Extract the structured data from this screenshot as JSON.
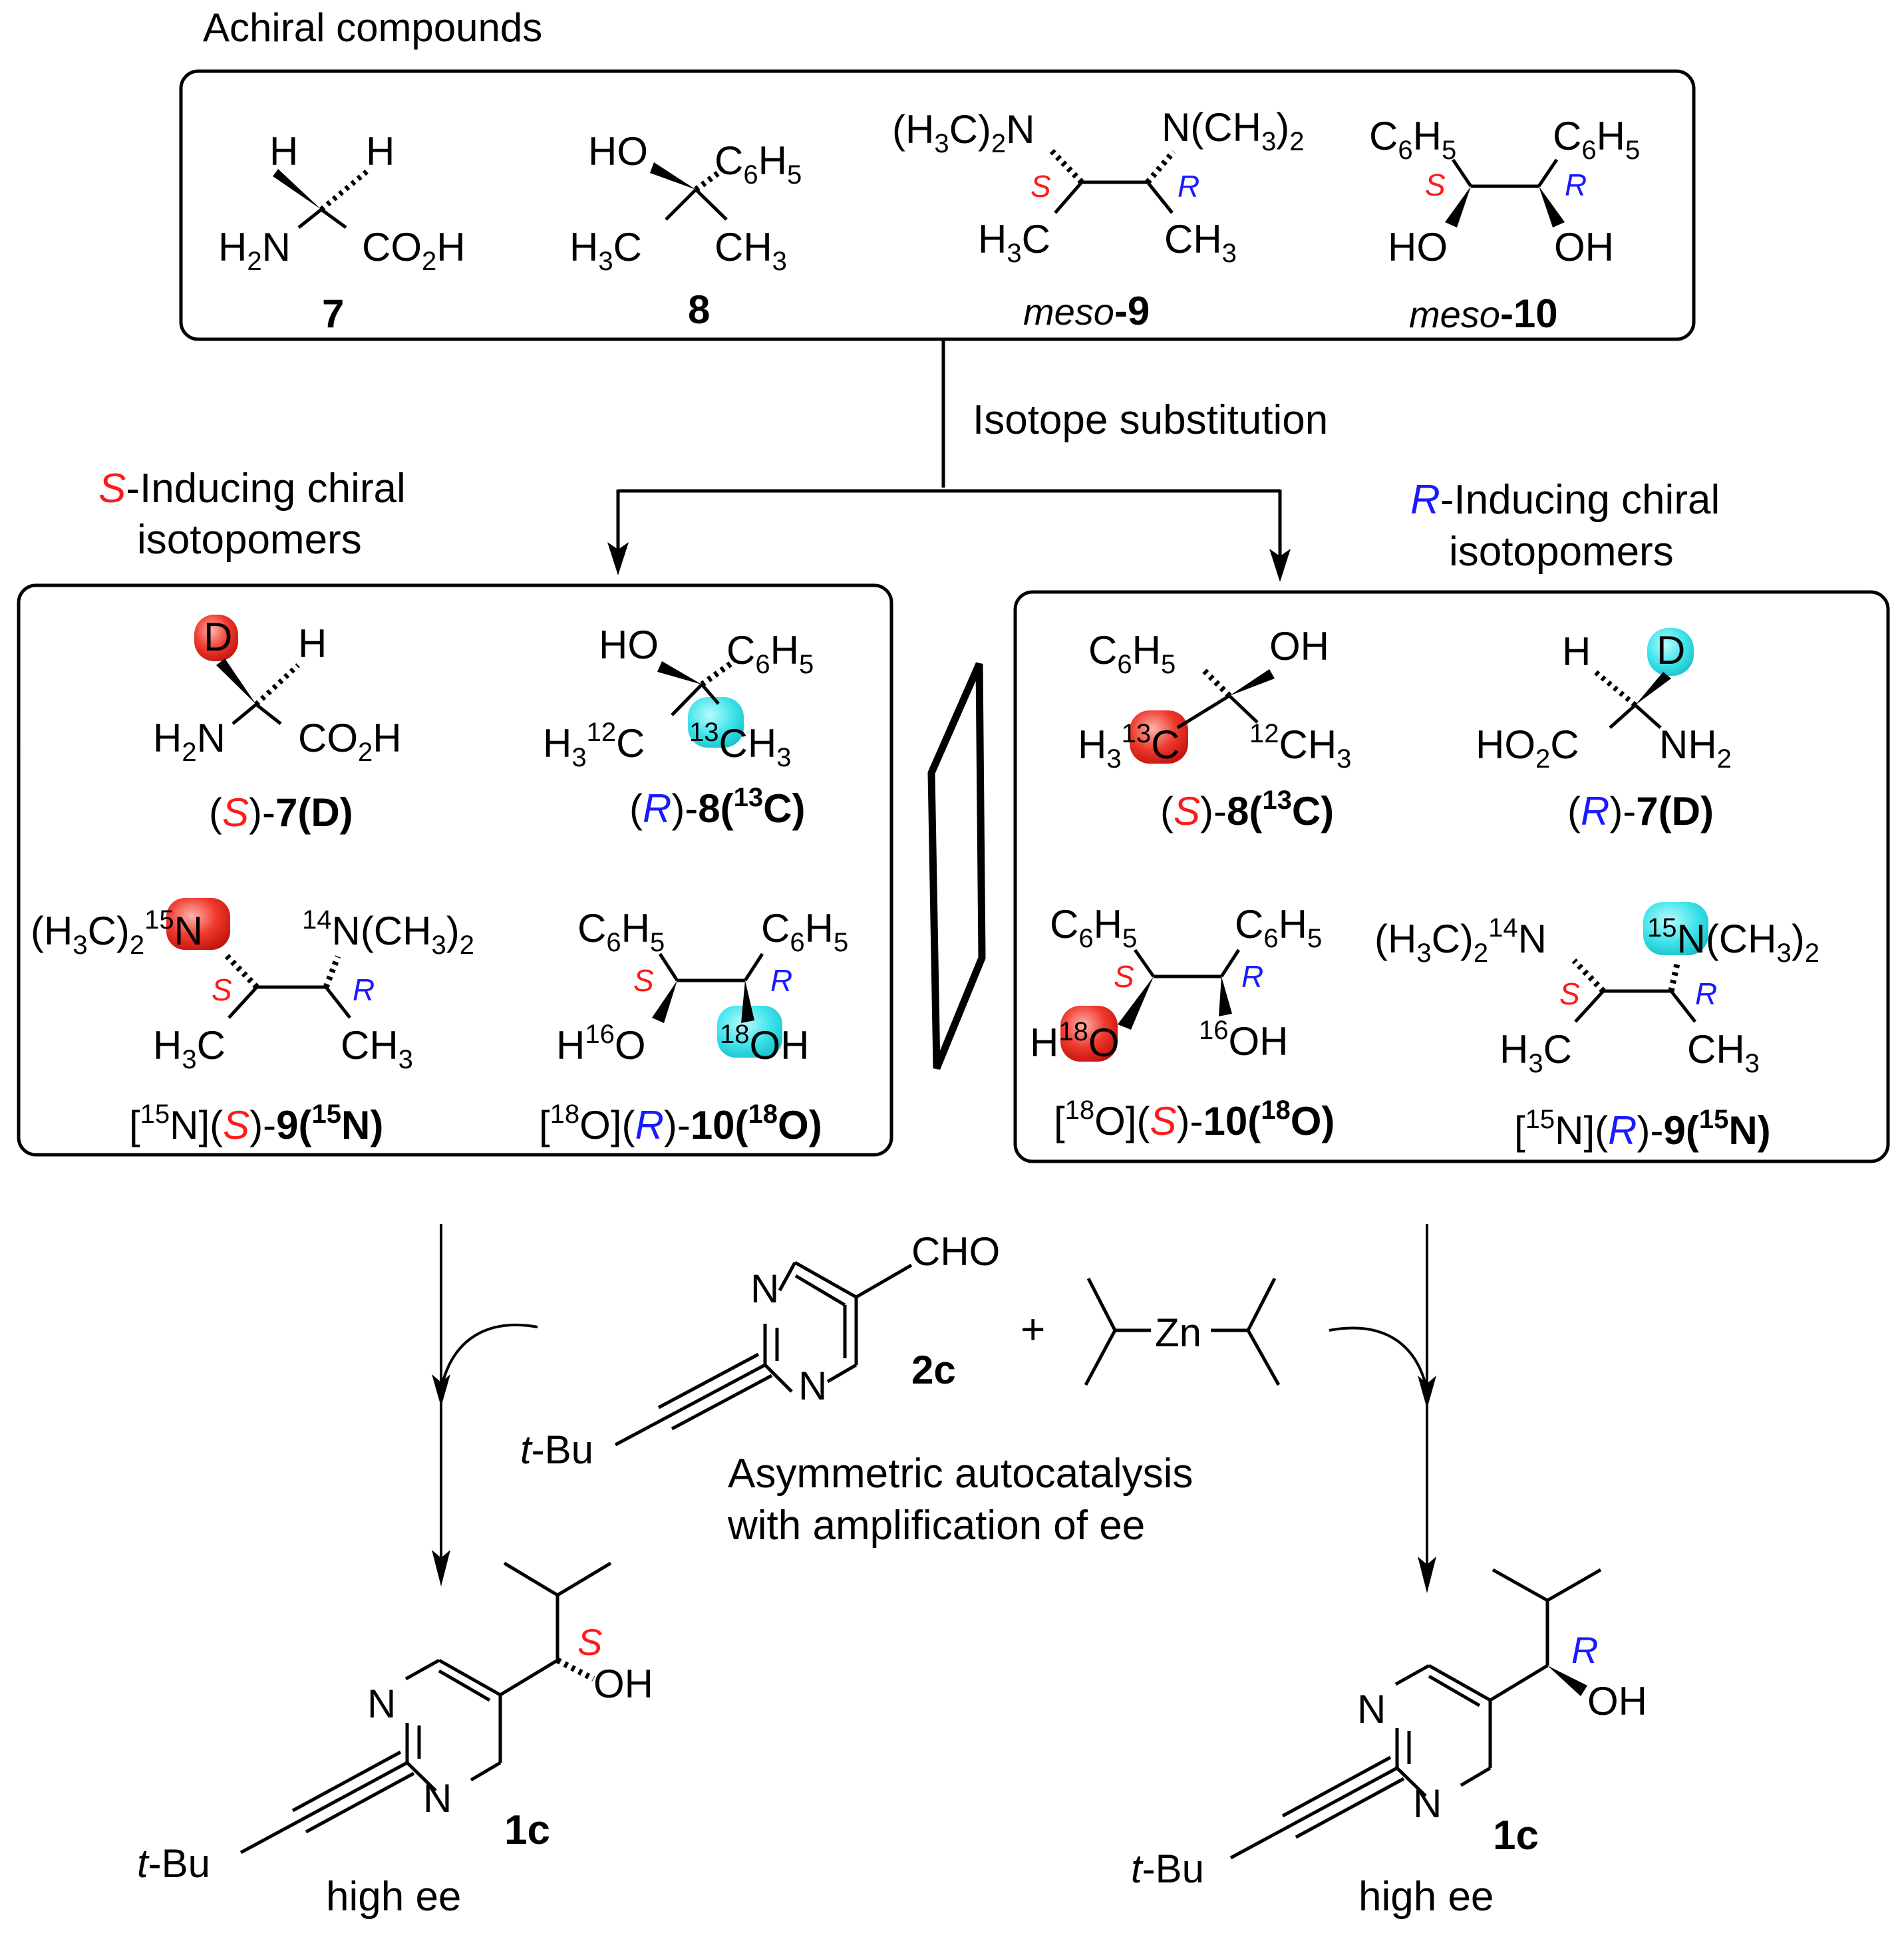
{
  "colors": {
    "s_red": "#ff1a1a",
    "r_blue": "#1a1aff",
    "hl_red": "#e8241c",
    "hl_cyan": "#33e0e6",
    "ink": "#000000"
  },
  "headings": {
    "achiral": "Achiral compounds",
    "isotope_sub": "Isotope substitution",
    "s_inducing_letter": "S",
    "s_inducing_rest": "-Inducing chiral",
    "s_inducing_line2": "isotopomers",
    "r_inducing_letter": "R",
    "r_inducing_rest": "-Inducing chiral",
    "r_inducing_line2": "isotopomers"
  },
  "achiral_labels": {
    "c7": "7",
    "c8": "8",
    "c9_prefix": "meso",
    "c9_num": "-9",
    "c10_prefix": "meso",
    "c10_num": "-10"
  },
  "s_isotopomers": {
    "a_open": "(",
    "a_desc": "S",
    "a_close": ")-",
    "a_id": "7(D)",
    "b_open": "(",
    "b_desc": "R",
    "b_close": ")-",
    "b_id": "8(",
    "b_sup": "13",
    "b_tail": "C)",
    "c_open": "[",
    "c_sup": "15",
    "c_mid": "N](",
    "c_desc": "S",
    "c_close": ")-",
    "c_id": "9(",
    "c_sup2": "15",
    "c_tail": "N)",
    "d_open": "[",
    "d_sup": "18",
    "d_mid": "O](",
    "d_desc": "R",
    "d_close": ")-",
    "d_id": "10(",
    "d_sup2": "18",
    "d_tail": "O)"
  },
  "r_isotopomers": {
    "a_open": "(",
    "a_desc": "S",
    "a_close": ")-",
    "a_id": "8(",
    "a_sup": "13",
    "a_tail": "C)",
    "b_open": "(",
    "b_desc": "R",
    "b_close": ")-",
    "b_id": "7(D)",
    "c_open": "[",
    "c_sup": "18",
    "c_mid": "O](",
    "c_desc": "S",
    "c_close": ")-",
    "c_id": "10(",
    "c_sup2": "18",
    "c_tail": "O)",
    "d_open": "[",
    "d_sup": "15",
    "d_mid": "N](",
    "d_desc": "R",
    "d_close": ")-",
    "d_id": "9(",
    "d_sup2": "15",
    "d_tail": "N)"
  },
  "reaction": {
    "aldehyde_id": "2c",
    "plus": "+",
    "zinc_reagent": "Zn",
    "caption_line1": "Asymmetric autocatalysis",
    "caption_line2": "with amplification of ee"
  },
  "products": {
    "left_id": "1c",
    "left_desc": "S",
    "left_note": "high ee",
    "right_id": "1c",
    "right_desc": "R",
    "right_note": "high ee"
  },
  "atoms": {
    "H": "H",
    "D": "D",
    "N": "N",
    "O": "O",
    "C": "C",
    "H2N": "H2N",
    "NH2": "NH2",
    "CO2H": "CO2H",
    "HO2C": "HO2C",
    "HO": "HO",
    "OH": "OH",
    "C6H5": "C6H5",
    "CH3": "CH3",
    "H3C": "H3C",
    "NMe2_left": "(H3C)2N",
    "NMe2_right": "N(CH3)2",
    "CHO": "CHO",
    "tBu": "t-Bu"
  }
}
